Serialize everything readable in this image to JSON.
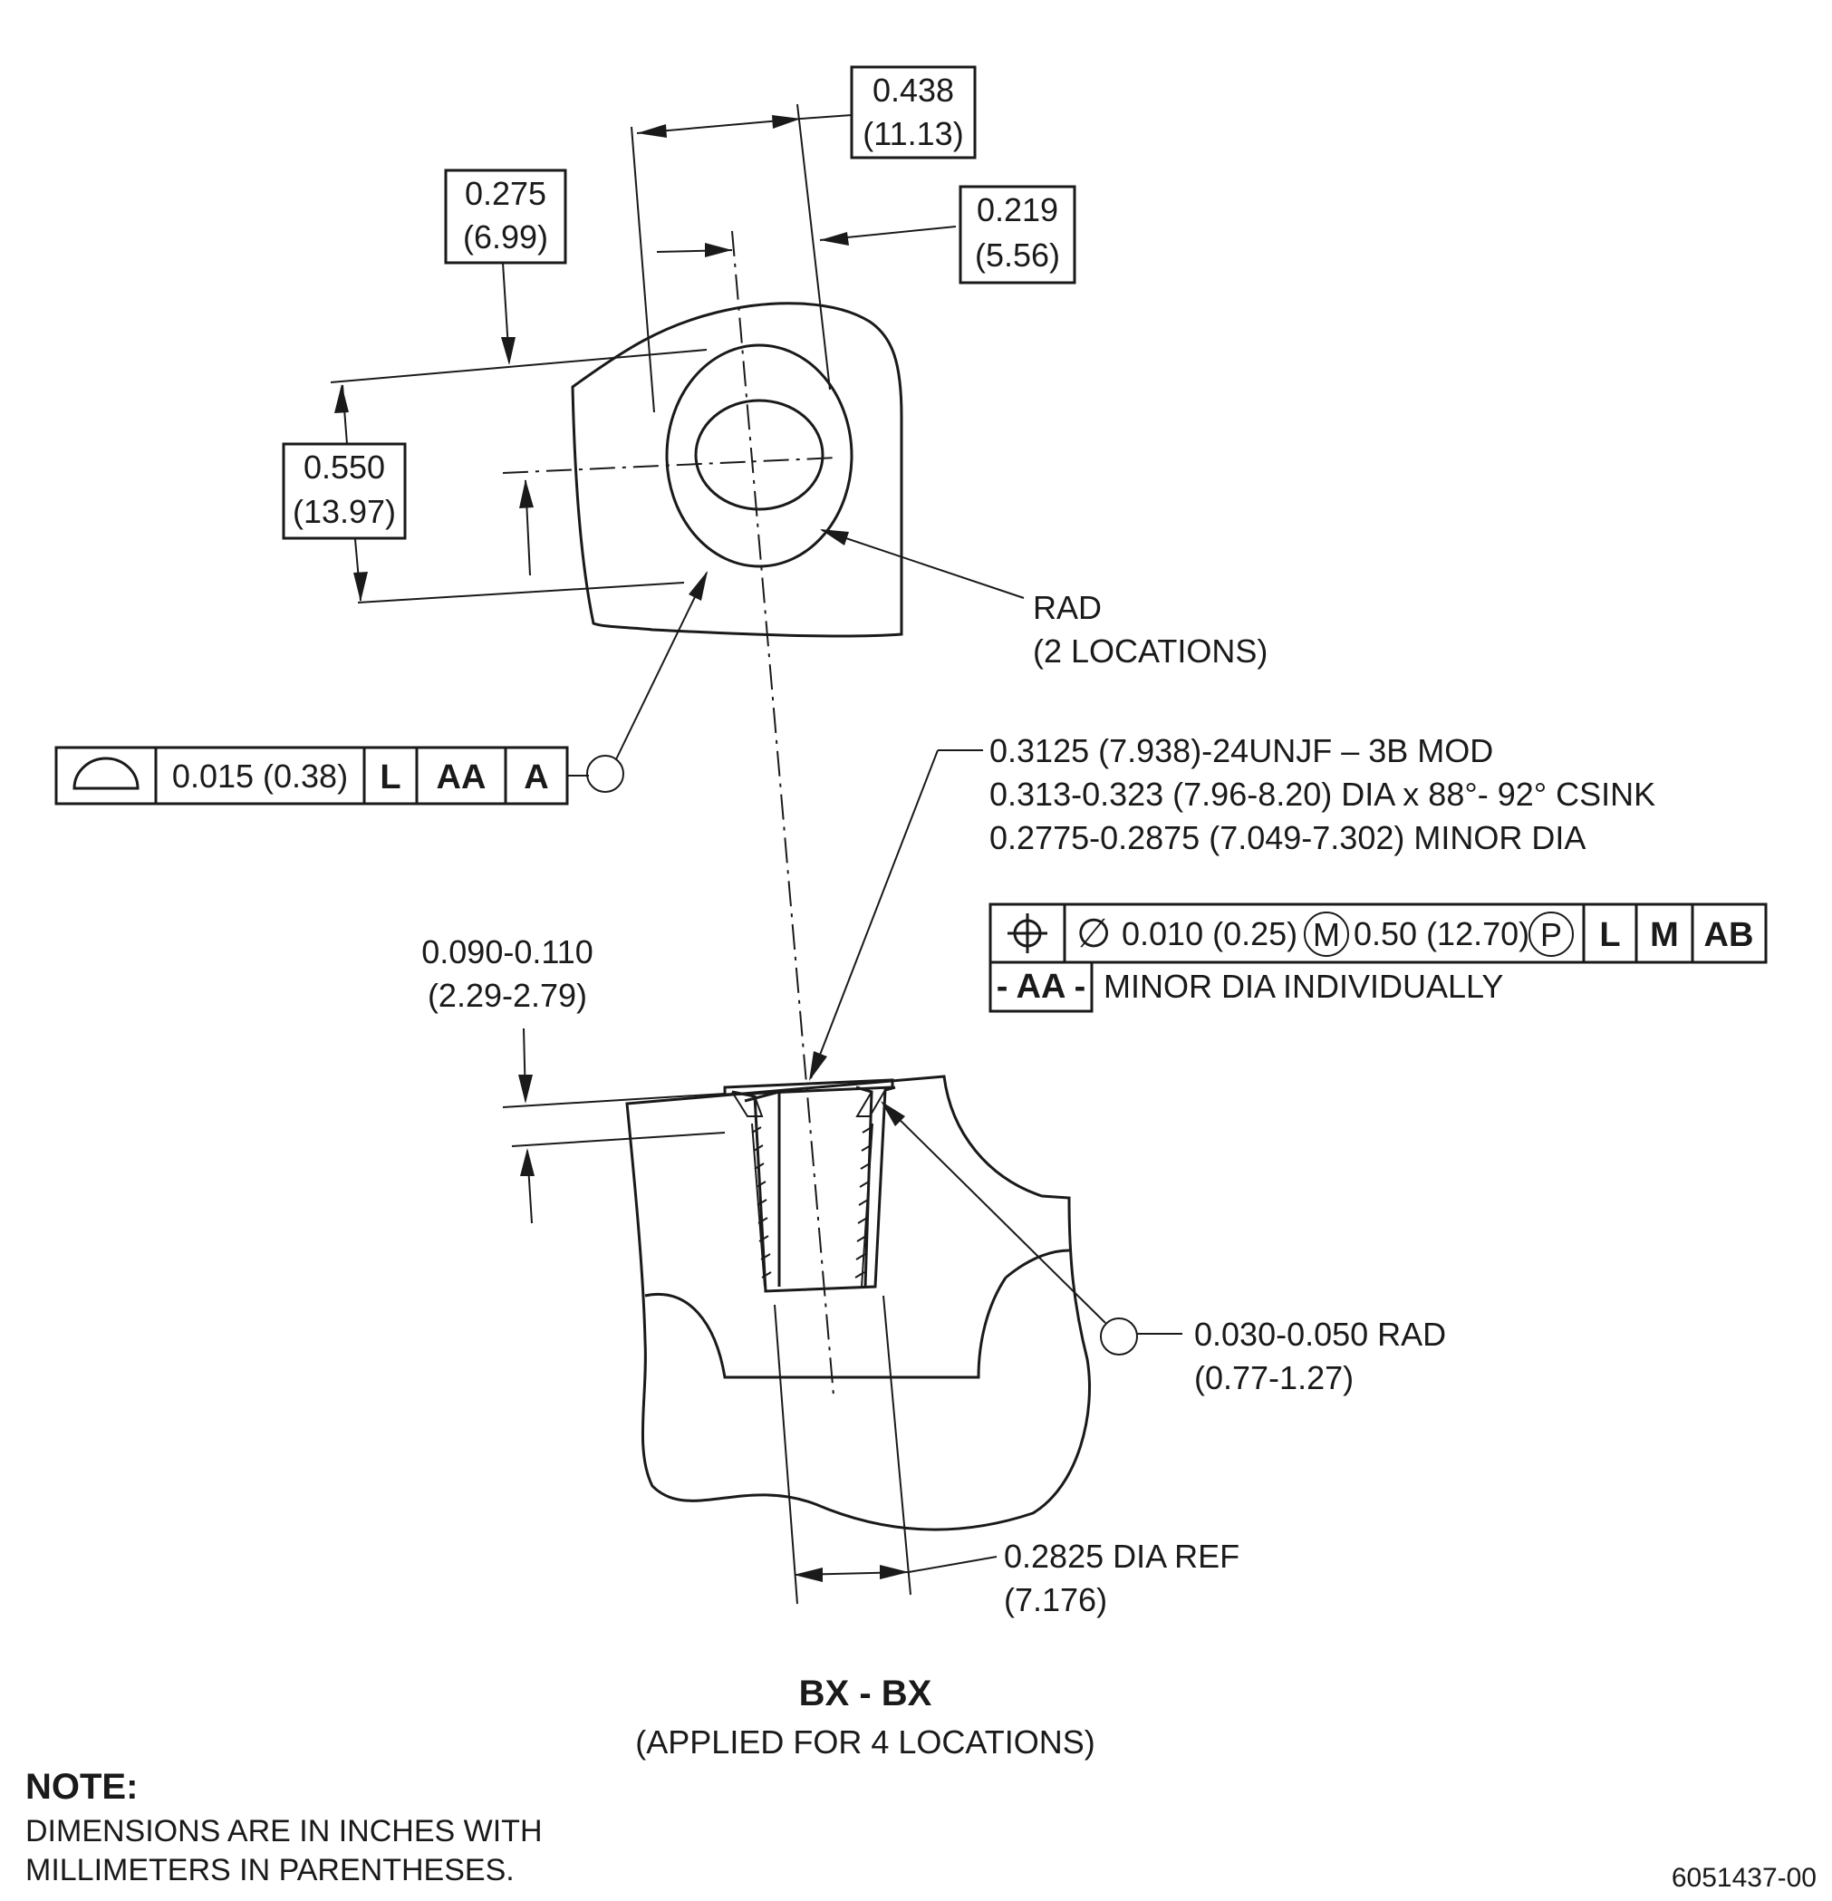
{
  "top_view": {
    "dim_0438": {
      "inch": "0.438",
      "mm": "(11.13)"
    },
    "dim_0275": {
      "inch": "0.275",
      "mm": "(6.99)"
    },
    "dim_0219": {
      "inch": "0.219",
      "mm": "(5.56)"
    },
    "dim_0550": {
      "inch": "0.550",
      "mm": "(13.97)"
    },
    "rad_callout": {
      "line1": "RAD",
      "line2": "(2 LOCATIONS)"
    }
  },
  "profile_fcf": {
    "symbol": "profile-of-surface",
    "tolerance": "0.015 (0.38)",
    "datum1": "L",
    "datum2": "AA",
    "datum3": "A"
  },
  "thread_callout": {
    "line1": "0.3125 (7.938)-24UNJF – 3B MOD",
    "line2": "0.313-0.323 (7.96-8.20) DIA x 88°- 92° CSINK",
    "line3": "0.2775-0.2875 (7.049-7.302) MINOR DIA"
  },
  "position_fcf": {
    "symbol": "position",
    "diameter_symbol": "∅",
    "tolerance": "0.010 (0.25)",
    "mmc": "M",
    "projected": "0.50 (12.70)",
    "projected_symbol": "P",
    "datum1": "L",
    "datum2": "M",
    "datum3": "AB",
    "datum_feature": "- AA -",
    "note": "MINOR DIA INDIVIDUALLY"
  },
  "section_view": {
    "csink_depth": {
      "inch": "0.090-0.110",
      "mm": "(2.29-2.79)"
    },
    "edge_rad": {
      "inch": "0.030-0.050 RAD",
      "mm": "(0.77-1.27)"
    },
    "dia_ref": {
      "inch": "0.2825 DIA REF",
      "mm": "(7.176)"
    }
  },
  "section_title": {
    "label": "BX - BX",
    "sub": "(APPLIED FOR 4 LOCATIONS)"
  },
  "note": {
    "heading": "NOTE:",
    "line1": "DIMENSIONS ARE IN INCHES WITH",
    "line2": "MILLIMETERS IN PARENTHESES."
  },
  "drawing_number": "6051437-00"
}
